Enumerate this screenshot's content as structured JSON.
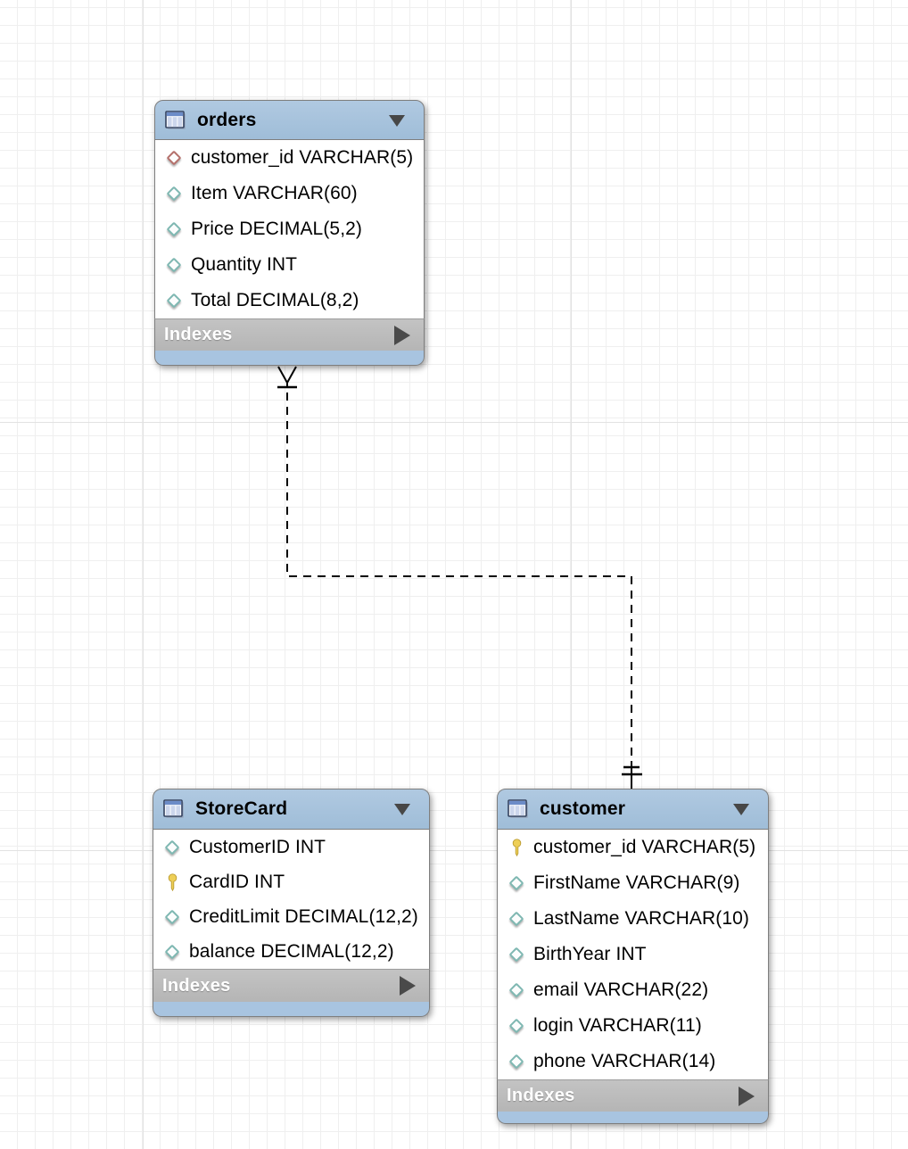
{
  "diagram": {
    "style": "MySQL Workbench EER diagram",
    "colors": {
      "table_header_blue": "#a5c1db",
      "table_footer_blue": "#a8c4e0",
      "indexes_bar_gray": "#bcbcbc",
      "indexes_text": "#ffffff",
      "row_text": "#000000",
      "connector_line": "#000000",
      "foreign_key_diamond": "#b5716c",
      "column_diamond": "#7fb8b2",
      "primary_key_gold": "#eecf57"
    }
  },
  "tables": [
    {
      "title": "orders",
      "header_icon": "table-icon",
      "collapse_icon": "collapse-triangle-icon",
      "footer_label": "Indexes",
      "footer_icon": "expand-right-triangle-icon",
      "columns": [
        {
          "text": "customer_id VARCHAR(5)",
          "icon": "foreign-key-diamond-icon"
        },
        {
          "text": "Item VARCHAR(60)",
          "icon": "column-diamond-icon"
        },
        {
          "text": "Price DECIMAL(5,2)",
          "icon": "column-diamond-icon"
        },
        {
          "text": "Quantity INT",
          "icon": "column-diamond-icon"
        },
        {
          "text": "Total DECIMAL(8,2)",
          "icon": "column-diamond-icon"
        }
      ]
    },
    {
      "title": "StoreCard",
      "header_icon": "table-icon",
      "collapse_icon": "collapse-triangle-icon",
      "footer_label": "Indexes",
      "footer_icon": "expand-right-triangle-icon",
      "columns": [
        {
          "text": "CustomerID INT",
          "icon": "column-diamond-icon"
        },
        {
          "text": "CardID INT",
          "icon": "primary-key-icon"
        },
        {
          "text": "CreditLimit DECIMAL(12,2)",
          "icon": "column-diamond-icon"
        },
        {
          "text": "balance DECIMAL(12,2)",
          "icon": "column-diamond-icon"
        }
      ]
    },
    {
      "title": "customer",
      "header_icon": "table-icon",
      "collapse_icon": "collapse-triangle-icon",
      "footer_label": "Indexes",
      "footer_icon": "expand-right-triangle-icon",
      "columns": [
        {
          "text": "customer_id VARCHAR(5)",
          "icon": "primary-key-icon"
        },
        {
          "text": "FirstName VARCHAR(9)",
          "icon": "column-diamond-icon"
        },
        {
          "text": "LastName VARCHAR(10)",
          "icon": "column-diamond-icon"
        },
        {
          "text": "BirthYear INT",
          "icon": "column-diamond-icon"
        },
        {
          "text": "email VARCHAR(22)",
          "icon": "column-diamond-icon"
        },
        {
          "text": "login VARCHAR(11)",
          "icon": "column-diamond-icon"
        },
        {
          "text": "phone VARCHAR(14)",
          "icon": "column-diamond-icon"
        }
      ]
    }
  ],
  "relationship": {
    "from_table": "orders",
    "to_table": "customer",
    "line_style": "dashed",
    "from_cardinality": "many",
    "to_cardinality": "one"
  }
}
